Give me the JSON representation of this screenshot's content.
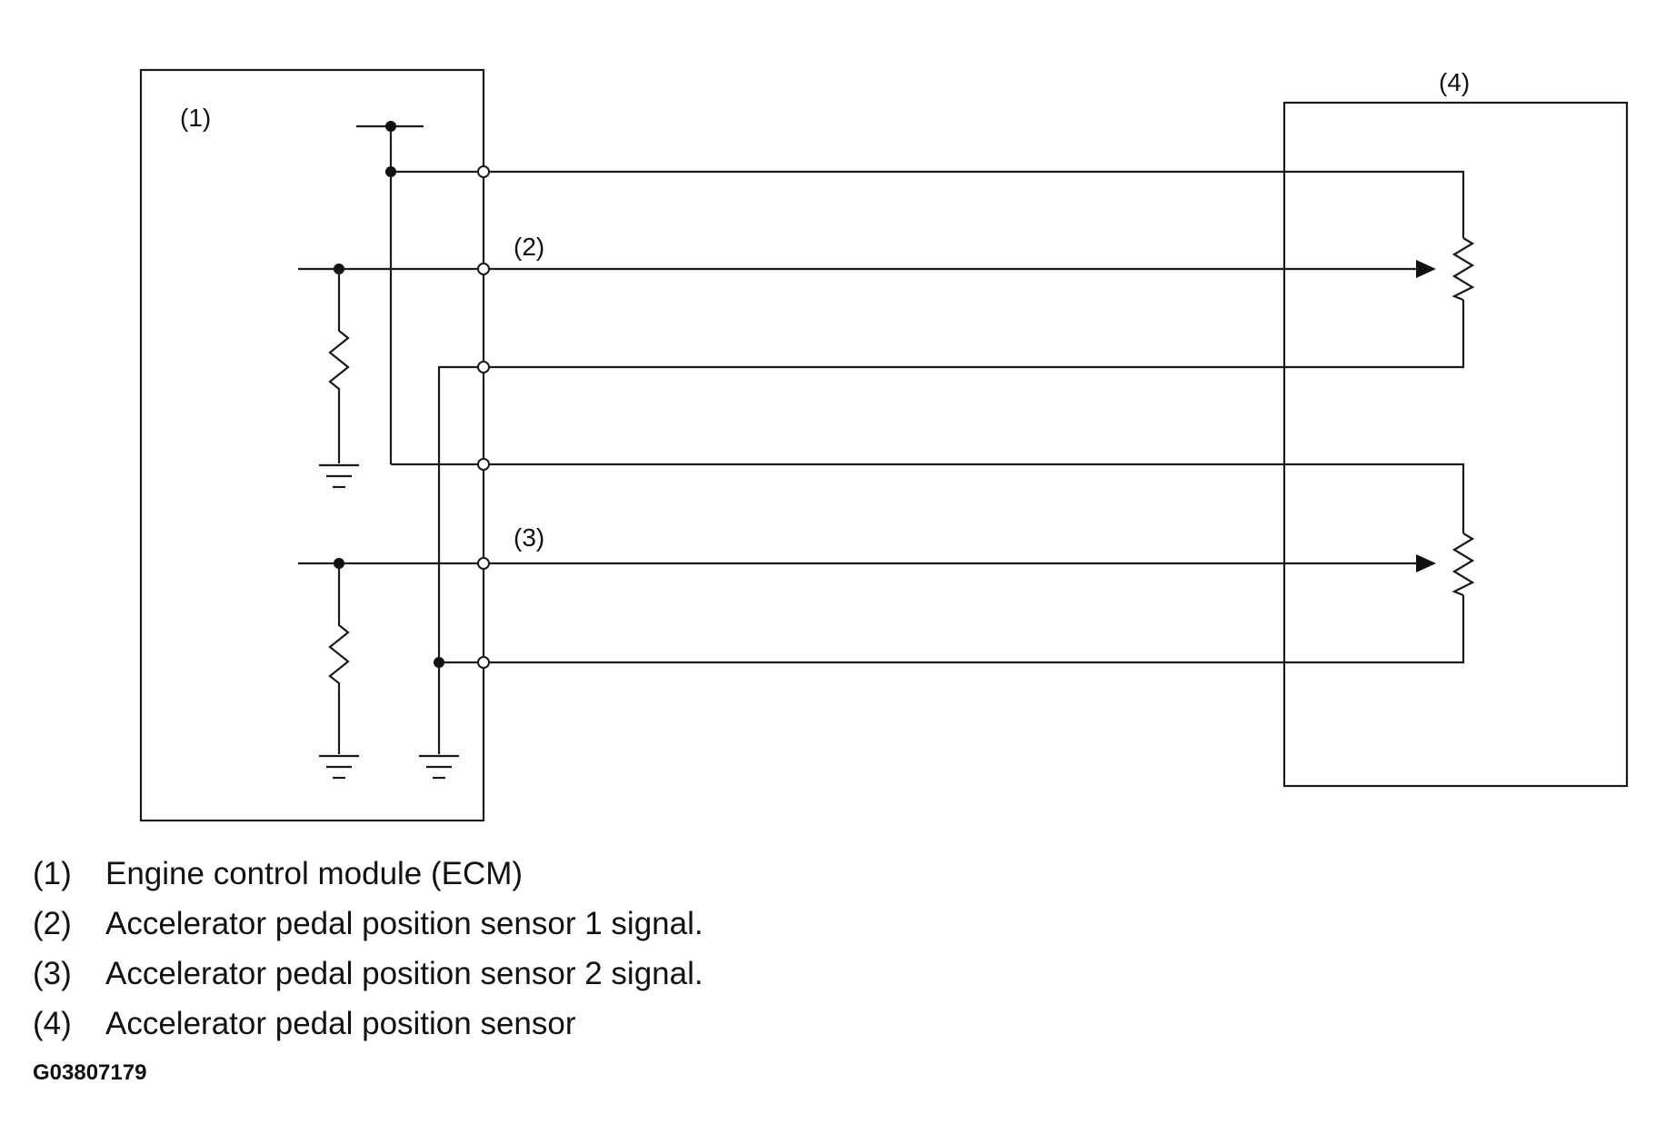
{
  "diagram": {
    "callouts": {
      "ecm": "(1)",
      "signal1": "(2)",
      "signal2": "(3)",
      "sensor": "(4)"
    }
  },
  "legend": [
    {
      "num": "(1)",
      "text": "Engine control module (ECM)"
    },
    {
      "num": "(2)",
      "text": "Accelerator pedal position sensor 1 signal."
    },
    {
      "num": "(3)",
      "text": "Accelerator pedal position sensor 2 signal."
    },
    {
      "num": "(4)",
      "text": "Accelerator pedal position sensor"
    }
  ],
  "figure_code": "G03807179"
}
